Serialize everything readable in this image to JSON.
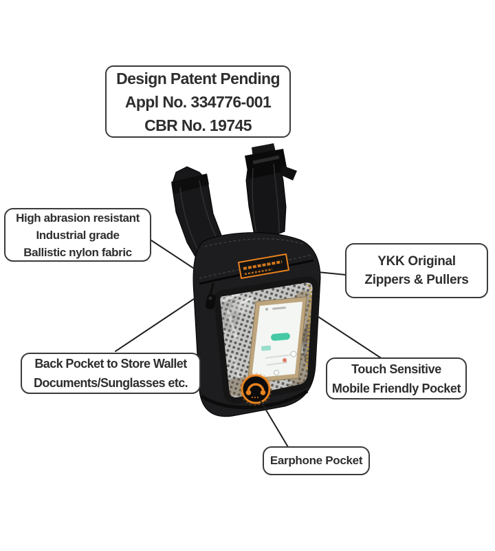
{
  "patent_box": {
    "line1": "Design Patent Pending",
    "line2": "Appl No. 334776-001",
    "line3": "CBR No. 19745"
  },
  "callouts": {
    "fabric": {
      "line1": "High abrasion resistant",
      "line2": "Industrial grade",
      "line3": "Ballistic nylon fabric"
    },
    "zippers": {
      "line1": "YKK Original",
      "line2": "Zippers & Pullers"
    },
    "back_pocket": {
      "line1": "Back Pocket to Store Wallet",
      "line2": "Documents/Sunglasses etc."
    },
    "touch_pocket": {
      "line1": "Touch Sensitive",
      "line2": "Mobile Friendly Pocket"
    },
    "earphone_pocket": {
      "line1": "Earphone Pocket"
    }
  },
  "colors": {
    "accent_orange": "#e8821e",
    "callout_border": "#3a3a3a",
    "callout_text": "#2e2e2e",
    "connector_line": "#1f1f1f",
    "bag_black": "#1d1d1f",
    "phone_gold": "#bda57e",
    "phone_screen_teal": "#45c9a5",
    "zipper_gold": "#c19a3f"
  }
}
